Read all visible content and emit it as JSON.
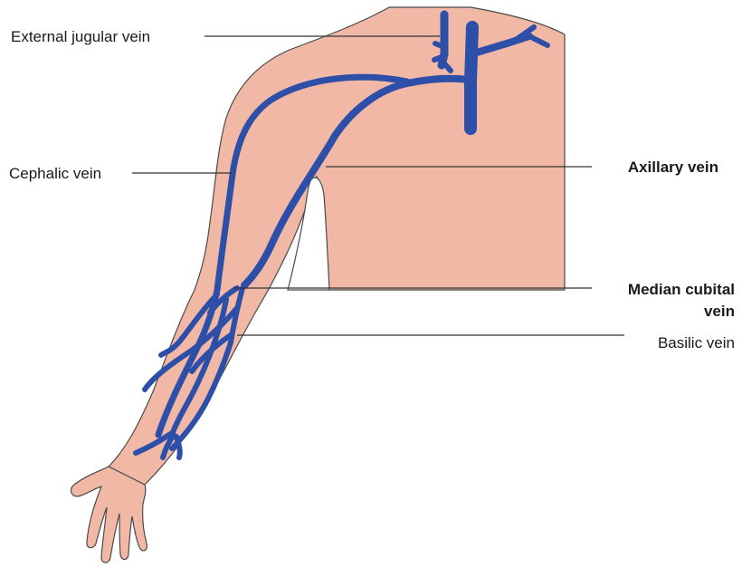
{
  "colors": {
    "skin": "#f1b8a6",
    "vein": "#2e4fa8",
    "vein_outline": "#1e3a8a",
    "skin_outline": "#4a4a4a",
    "leader_line": "#333333"
  },
  "labels": {
    "external_jugular": "External jugular vein",
    "cephalic": "Cephalic vein",
    "axillary": "Axillary vein",
    "median_cubital_line1": "Median cubital",
    "median_cubital_line2": "vein",
    "basilic": "Basilic vein"
  }
}
